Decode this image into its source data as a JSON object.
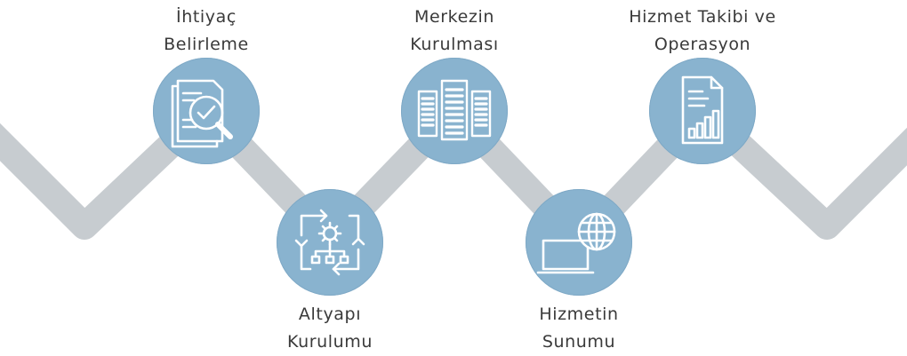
{
  "steps": [
    {
      "line1": "İhtiyaç",
      "line2": "Belirleme",
      "icon": "document-magnifier-check-icon"
    },
    {
      "line1": "Altyapı",
      "line2": "Kurulumu",
      "icon": "gear-network-cycle-icon"
    },
    {
      "line1": "Merkezin",
      "line2": "Kurulması",
      "icon": "server-racks-icon"
    },
    {
      "line1": "Hizmetin",
      "line2": "Sunumu",
      "icon": "laptop-globe-icon"
    },
    {
      "line1": "Hizmet Takibi ve",
      "line2": "Operasyon",
      "icon": "report-bar-chart-icon"
    }
  ],
  "colors": {
    "circle": "#89b3cf",
    "path": "#c7ccd0",
    "icon": "#ffffff",
    "text": "#3a3a3a"
  }
}
